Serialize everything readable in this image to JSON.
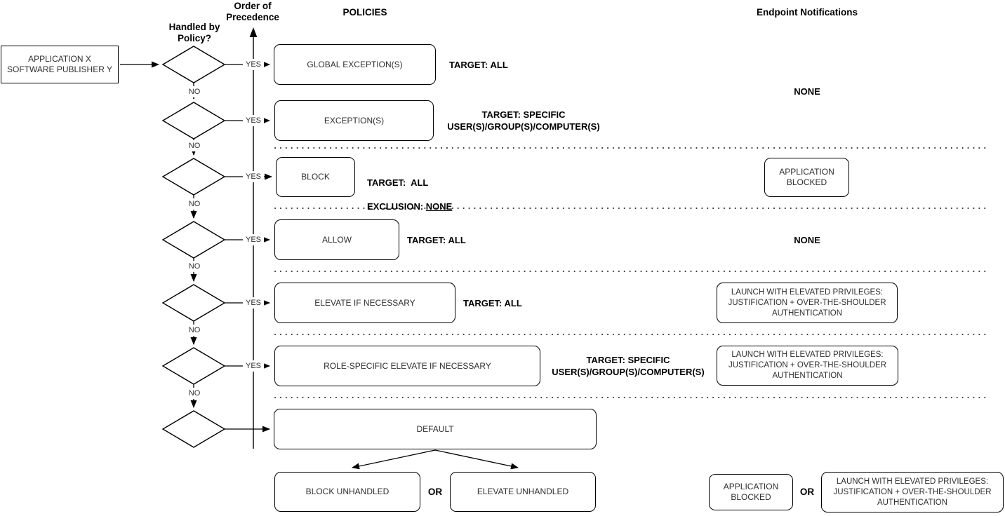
{
  "headers": {
    "order_of_precedence": "Order of\nPrecedence",
    "handled_by_policy": "Handled by\nPolicy?",
    "policies": "POLICIES",
    "endpoint_notifications": "Endpoint Notifications"
  },
  "labels": {
    "yes": "YES",
    "no": "NO",
    "or": "OR"
  },
  "source_box": {
    "label": "APPLICATION X\nSOFTWARE PUBLISHER Y"
  },
  "policies": {
    "global_exceptions": "GLOBAL EXCEPTION(S)",
    "exceptions": "EXCEPTION(S)",
    "block": "BLOCK",
    "allow": "ALLOW",
    "elevate_if_necessary": "ELEVATE IF NECESSARY",
    "role_specific_elevate": "ROLE-SPECIFIC ELEVATE IF NECESSARY",
    "default": "DEFAULT",
    "block_unhandled": "BLOCK UNHANDLED",
    "elevate_unhandled": "ELEVATE UNHANDLED"
  },
  "targets": {
    "global_exceptions": "TARGET: ALL",
    "exceptions": "TARGET: SPECIFIC\nUSER(S)/GROUP(S)/COMPUTER(S)",
    "block_line1": "TARGET:  ALL",
    "block_exclusion_prefix": "EXCLUSION: ",
    "block_exclusion_value": "NONE",
    "allow": "TARGET: ALL",
    "elevate_if_necessary": "TARGET: ALL",
    "role_specific_elevate": "TARGET: SPECIFIC\nUSER(S)/GROUP(S)/COMPUTER(S)"
  },
  "notifications": {
    "exceptions_none": "NONE",
    "block": "APPLICATION\nBLOCKED",
    "allow_none": "NONE",
    "elevate": "LAUNCH WITH ELEVATED PRIVILEGES:\nJUSTIFICATION + OVER-THE-SHOULDER\nAUTHENTICATION",
    "role_specific": "LAUNCH WITH ELEVATED PRIVILEGES:\nJUSTIFICATION + OVER-THE-SHOULDER\nAUTHENTICATION",
    "default_blocked": "APPLICATION\nBLOCKED",
    "default_elevated": "LAUNCH WITH ELEVATED PRIVILEGES:\nJUSTIFICATION + OVER-THE-SHOULDER\nAUTHENTICATION"
  },
  "colors": {
    "ink": "#000000",
    "box_text": "#2e2e2e",
    "background": "#ffffff"
  }
}
